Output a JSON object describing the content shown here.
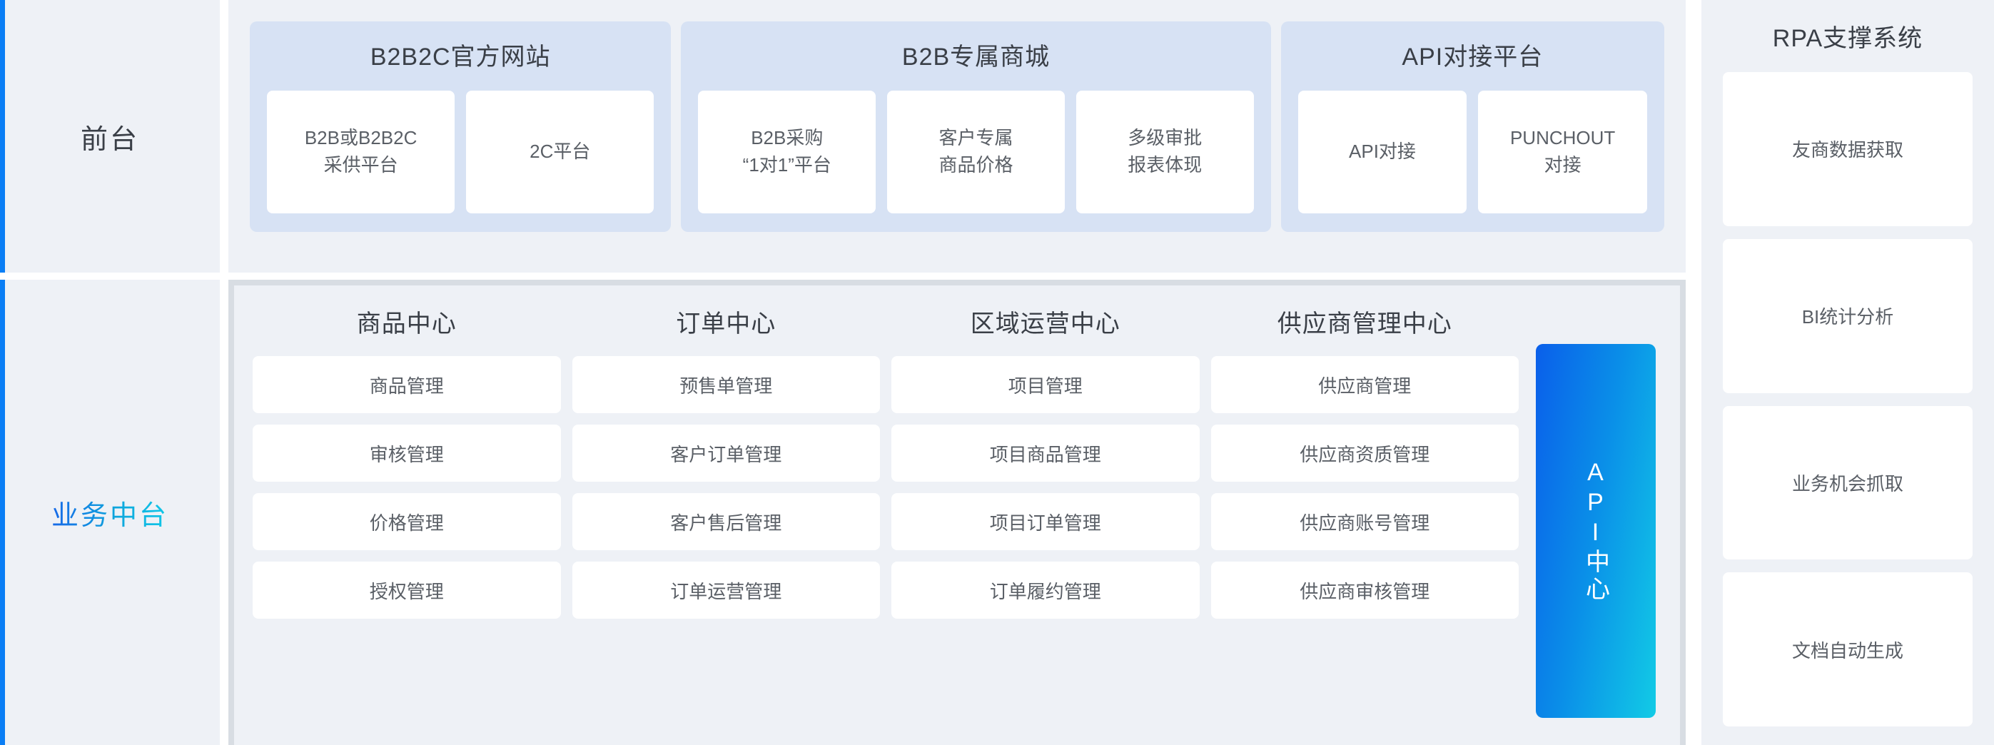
{
  "tiers": {
    "front": {
      "label": "前台"
    },
    "middle": {
      "label": "业务中台",
      "accent_from": "#1769e8",
      "accent_to": "#11c8e8"
    }
  },
  "front_zone": {
    "groups": [
      {
        "title": "B2B2C官方网站",
        "tiles": [
          "B2B或B2B2C\n采供平台",
          "2C平台"
        ]
      },
      {
        "title": "B2B专属商城",
        "tiles": [
          "B2B采购\n“1对1”平台",
          "客户专属\n商品价格",
          "多级审批\n报表体现"
        ]
      },
      {
        "title": "API对接平台",
        "tiles": [
          "API对接",
          "PUNCHOUT\n对接"
        ]
      }
    ]
  },
  "middle_zone": {
    "centers": [
      {
        "title": "商品中心",
        "items": [
          "商品管理",
          "审核管理",
          "价格管理",
          "授权管理"
        ]
      },
      {
        "title": "订单中心",
        "items": [
          "预售单管理",
          "客户订单管理",
          "客户售后管理",
          "订单运营管理"
        ]
      },
      {
        "title": "区域运营中心",
        "items": [
          "项目管理",
          "项目商品管理",
          "项目订单管理",
          "订单履约管理"
        ]
      },
      {
        "title": "供应商管理中心",
        "items": [
          "供应商管理",
          "供应商资质管理",
          "供应商账号管理",
          "供应商审核管理"
        ]
      }
    ],
    "api_bar": {
      "label": "API中心",
      "gradient_from": "#0a5fea",
      "gradient_to": "#12cbe6"
    }
  },
  "rpa_zone": {
    "title": "RPA支撑系统",
    "items": [
      "友商数据获取",
      "BI统计分析",
      "业务机会抓取",
      "文档自动生成"
    ]
  },
  "colors": {
    "zone_bg": "#eef1f6",
    "group_card_bg": "#d7e2f4",
    "tile_bg": "#ffffff",
    "rail_accent": "#0a7ef5",
    "mid_border": "#d8dde3",
    "text_dark": "#3a3f47",
    "text_muted": "#5a5f66"
  }
}
